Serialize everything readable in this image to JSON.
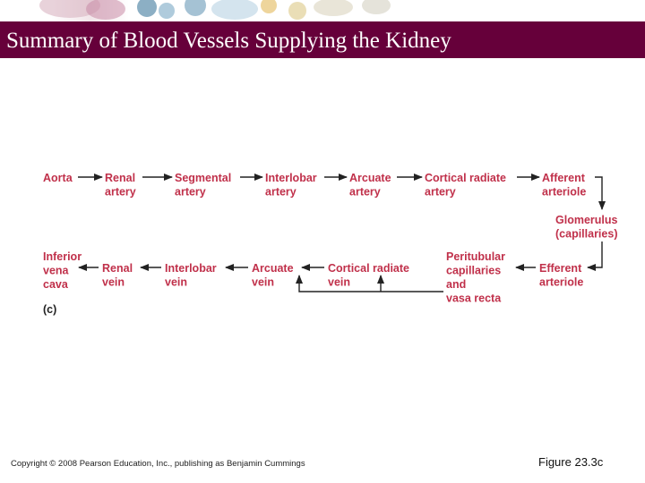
{
  "slide": {
    "title": "Summary of Blood Vessels Supplying the Kidney",
    "copyright": "Copyright © 2008 Pearson Education, Inc., publishing as Benjamin Cummings",
    "figure_label": "Figure 23.3c"
  },
  "colors": {
    "title_bar": "#66003a",
    "title_text": "#ffffff",
    "node_text": "#c0304a",
    "arrows": "#222222"
  },
  "diagram": {
    "panel_label": "(c)",
    "arterial_path": [
      {
        "line1": "Aorta",
        "line2": ""
      },
      {
        "line1": "Renal",
        "line2": "artery"
      },
      {
        "line1": "Segmental",
        "line2": "artery"
      },
      {
        "line1": "Interlobar",
        "line2": "artery"
      },
      {
        "line1": "Arcuate",
        "line2": "artery"
      },
      {
        "line1": "Cortical radiate",
        "line2": "artery"
      },
      {
        "line1": "Afferent",
        "line2": "arteriole"
      }
    ],
    "capillary_bed": {
      "line1": "Glomerulus",
      "line2": "(capillaries)"
    },
    "efferent": {
      "line1": "Efferent",
      "line2": "arteriole"
    },
    "peritubular": {
      "lines": [
        "Peritubular",
        "capillaries",
        "and",
        "vasa recta"
      ]
    },
    "venous_path": [
      {
        "line1": "Cortical radiate",
        "line2": "vein"
      },
      {
        "line1": "Arcuate",
        "line2": "vein"
      },
      {
        "line1": "Interlobar",
        "line2": "vein"
      },
      {
        "line1": "Renal",
        "line2": "vein"
      }
    ],
    "ivc": {
      "lines": [
        "Inferior",
        "vena",
        "cava"
      ]
    }
  }
}
